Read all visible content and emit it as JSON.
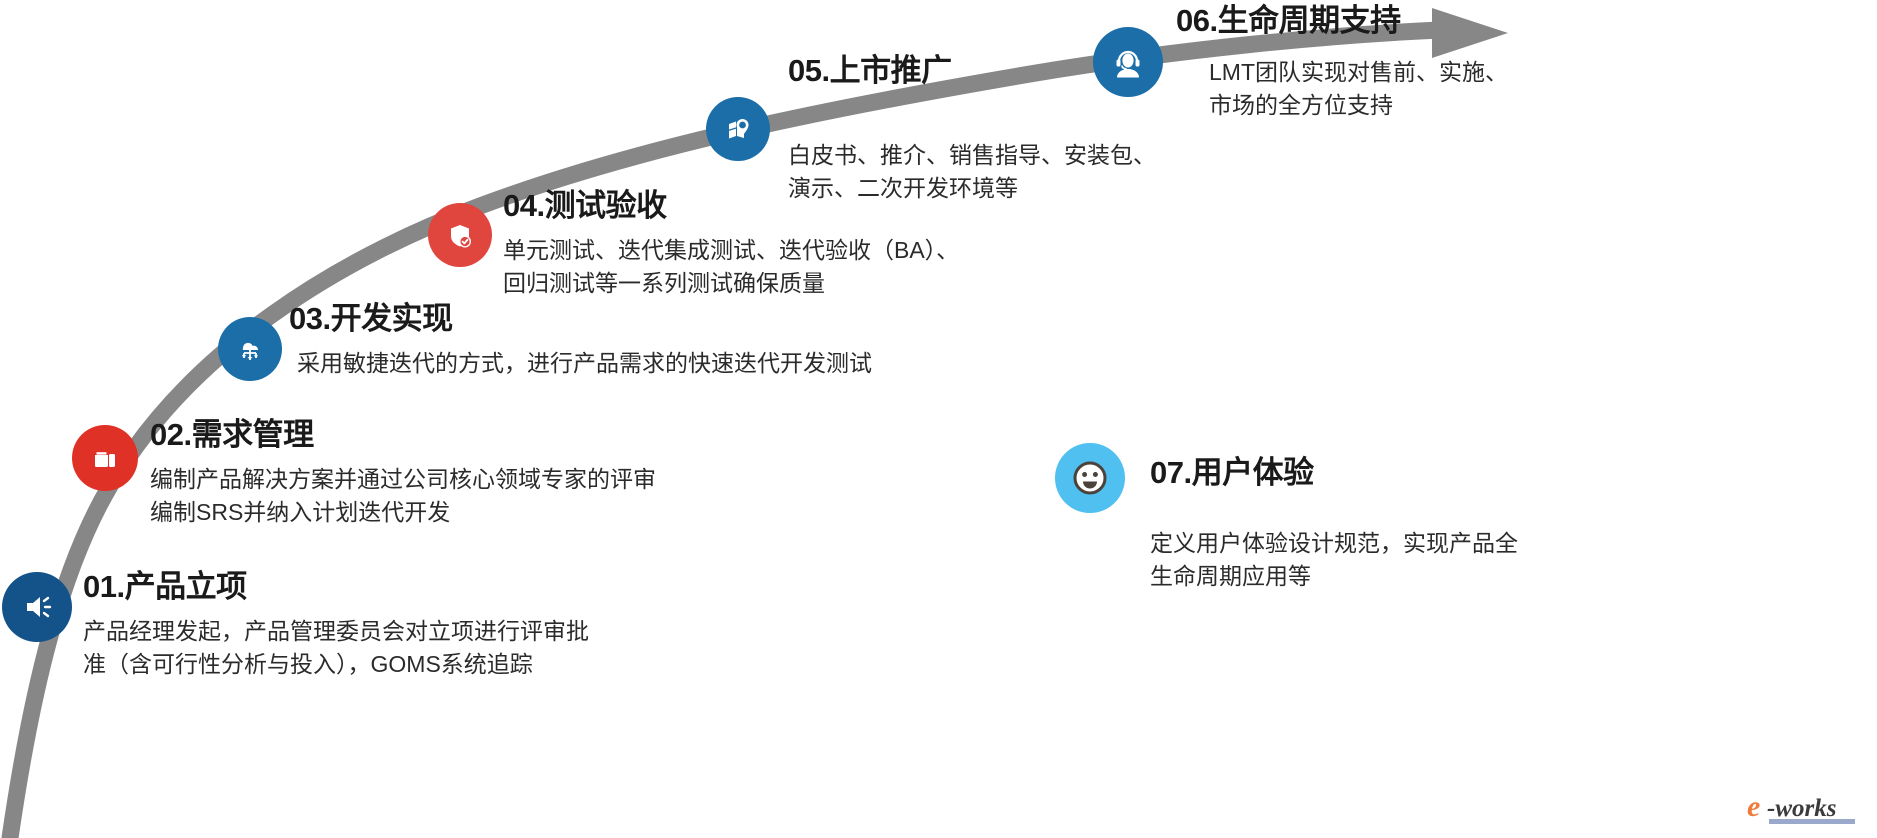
{
  "diagram": {
    "type": "curved-timeline-roadmap",
    "title_text": "",
    "arrow_direction": "left-to-right ascending curve",
    "colors": {
      "curve_gray": "#878787",
      "blue": "#1b6ea8",
      "deep_blue": "#14528a",
      "red": "#e03127",
      "light_blue": "#4fc0f0",
      "text_dark": "#1a1a1a",
      "text_body": "#2b2b2b",
      "watermark_orange": "#ef7c3a",
      "watermark_blue": "#8b9dc3"
    },
    "steps": [
      {
        "number": "01.",
        "title": "产品立项",
        "heading": "01.产品立项",
        "icon": "megaphone-icon",
        "icon_color": "#14528a",
        "desc_lines": [
          "产品经理发起，产品管理委员会对立项进行评审批",
          "准（含可行性分析与投入），GOMS系统追踪"
        ]
      },
      {
        "number": "02.",
        "title": "需求管理",
        "heading": "02.需求管理",
        "icon": "folder-icon",
        "icon_color": "#e03127",
        "desc_lines": [
          "编制产品解决方案并通过公司核心领域专家的评审",
          "编制SRS并纳入计划迭代开发"
        ]
      },
      {
        "number": "03.",
        "title": "开发实现",
        "heading": "03.开发实现",
        "icon": "cloud-deploy-icon",
        "icon_color": "#1b6ea8",
        "desc_lines": [
          "采用敏捷迭代的方式，进行产品需求的快速迭代开发测试"
        ]
      },
      {
        "number": "04.",
        "title": "测试验收",
        "heading": "04.测试验收",
        "icon": "shield-check-icon",
        "icon_color": "#e03127",
        "desc_lines": [
          "单元测试、迭代集成测试、迭代验收（BA）、",
          "回归测试等一系列测试确保质量"
        ]
      },
      {
        "number": "05.",
        "title": "上市推广",
        "heading": "05.上市推广",
        "icon": "map-pin-icon",
        "icon_color": "#1b6ea8",
        "desc_lines": [
          "白皮书、推介、销售指导、安装包、",
          "演示、二次开发环境等"
        ]
      },
      {
        "number": "06.",
        "title": "生命周期支持",
        "heading": "06.生命周期支持",
        "icon": "headset-support-icon",
        "icon_color": "#1b6ea8",
        "desc_lines": [
          "LMT团队实现对售前、实施、",
          "市场的全方位支持"
        ]
      },
      {
        "number": "07.",
        "title": "用户体验",
        "heading": "07.用户体验",
        "icon": "smiley-face-icon",
        "icon_color": "#4fc0f0",
        "desc_lines": [
          "定义用户体验设计规范，实现产品全",
          "生命周期应用等"
        ]
      }
    ],
    "watermark": {
      "text_e": "e",
      "text_works": "-works"
    }
  }
}
